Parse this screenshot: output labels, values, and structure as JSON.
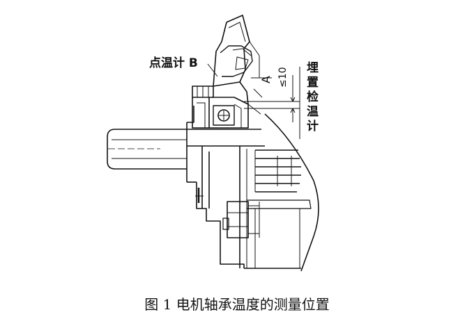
{
  "labels": {
    "spot_thermometer": "点温计 B",
    "point_a": "A",
    "dimension": "≤10",
    "embedded_thermometer": "埋置检温计"
  },
  "caption": "图 1  电机轴承温度的测量位置",
  "colors": {
    "ink": "#111111",
    "background": "#ffffff"
  }
}
